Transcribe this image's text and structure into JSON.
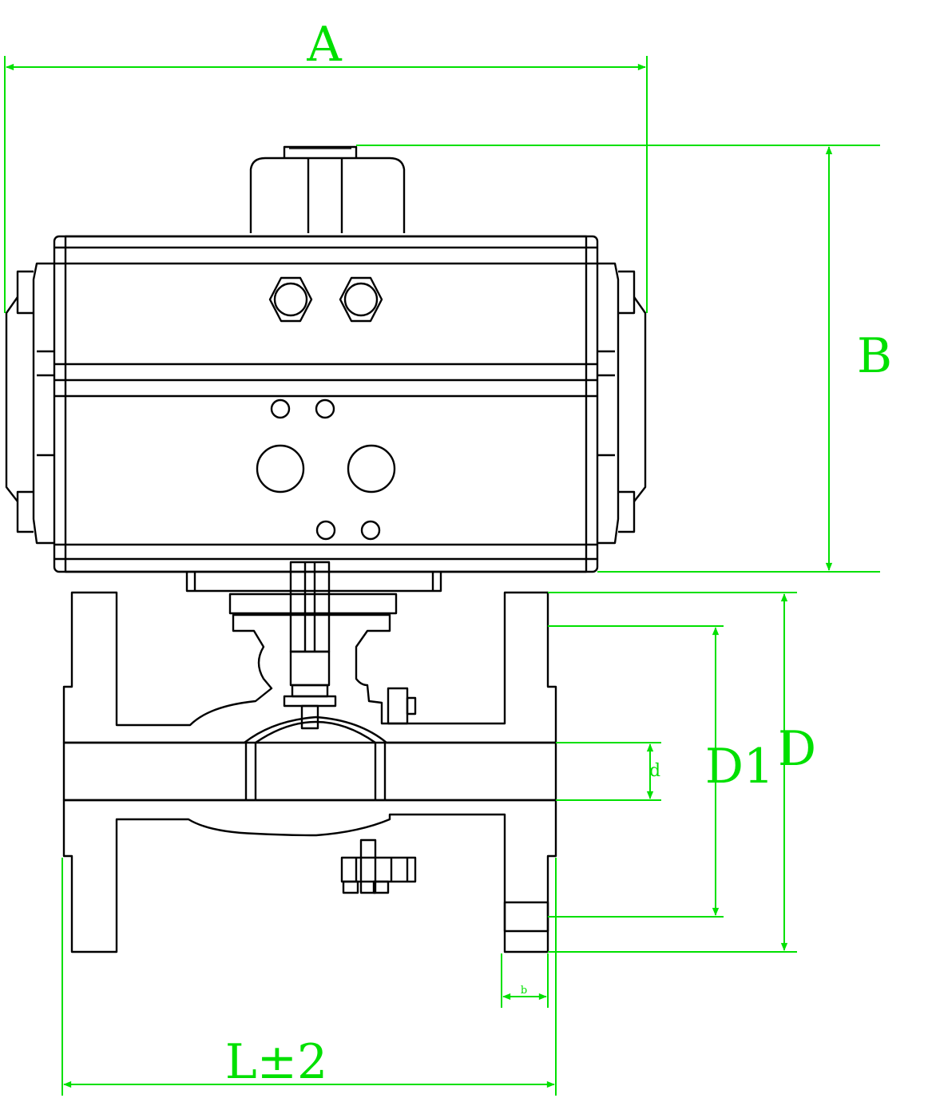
{
  "drawing": {
    "title": "",
    "dimension_labels": {
      "A": "A",
      "B": "B",
      "D": "D",
      "D1": "D1",
      "d": "d",
      "b": "b",
      "L": "L±2"
    }
  },
  "colors": {
    "dimension": "#00e000",
    "outline": "#000000",
    "background": "#ffffff"
  }
}
